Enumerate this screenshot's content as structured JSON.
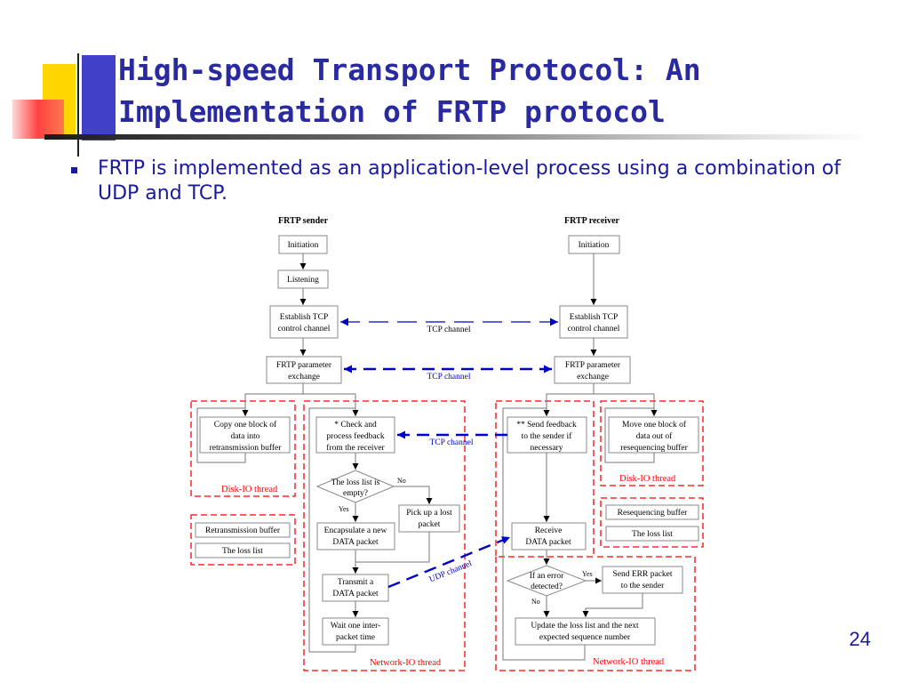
{
  "slide": {
    "title_line1": "High-speed Transport Protocol: An",
    "title_line2": "Implementation of FRTP protocol",
    "bullet": "FRTP is implemented as an application-level process using a combination of UDP and TCP.",
    "page_number": "24"
  },
  "colors": {
    "title": "#2a2aa0",
    "body_text": "#1a1a9a",
    "accent_yellow": "#ffd700",
    "accent_blue": "#3030c0",
    "accent_red": "#ff5050",
    "dashed_frame": "#ff0000",
    "channel_arrow": "#0000cc"
  },
  "diagram": {
    "sender_header": "FRTP sender",
    "receiver_header": "FRTP receiver",
    "sender": {
      "initiation": "Initiation",
      "listening": "Listening",
      "establish_tcp": [
        "Establish TCP",
        "control channel"
      ],
      "param_exchange": [
        "FRTP parameter",
        "exchange"
      ],
      "copy_block": [
        "Copy one block of",
        "data into",
        "retransmission buffer"
      ],
      "disk_io_thread": "Disk-IO thread",
      "retransmission_buffer": "Retransmission buffer",
      "loss_list": "The loss list",
      "check_feedback": [
        "* Check and",
        "process feedback",
        "from the receiver"
      ],
      "loss_list_empty": [
        "The loss list is",
        "empty?"
      ],
      "yes": "Yes",
      "no": "No",
      "pick_lost": [
        "Pick up a lost",
        "packet"
      ],
      "encapsulate": [
        "Encapsulate a new",
        "DATA packet"
      ],
      "transmit": [
        "Transmit a",
        "DATA packet"
      ],
      "wait": [
        "Wait one inter-",
        "packet time"
      ],
      "network_io_thread": "Network-IO thread"
    },
    "receiver": {
      "initiation": "Initiation",
      "establish_tcp": [
        "Establish TCP",
        "control channel"
      ],
      "param_exchange": [
        "FRTP parameter",
        "exchange"
      ],
      "send_feedback": [
        "** Send feedback",
        "to the sender if",
        "necessary"
      ],
      "move_block": [
        "Move one block of",
        "data out of",
        "resequencing buffer"
      ],
      "disk_io_thread": "Disk-IO thread",
      "resequencing_buffer": "Resequencing buffer",
      "loss_list": "The loss list",
      "receive_data": [
        "Receive",
        "DATA packet"
      ],
      "error_detected": [
        "If an error",
        "detected?"
      ],
      "yes": "Yes",
      "no": "No",
      "send_err": [
        "Send ERR packet",
        "to the sender"
      ],
      "update_loss": [
        "Update the loss list and the next",
        "expected sequence number"
      ],
      "network_io_thread": "Network-IO thread"
    },
    "channels": {
      "tcp_1": "TCP channel",
      "tcp_2": "TCP channel",
      "tcp_3": "TCP channel",
      "udp": "UDP channel"
    }
  }
}
